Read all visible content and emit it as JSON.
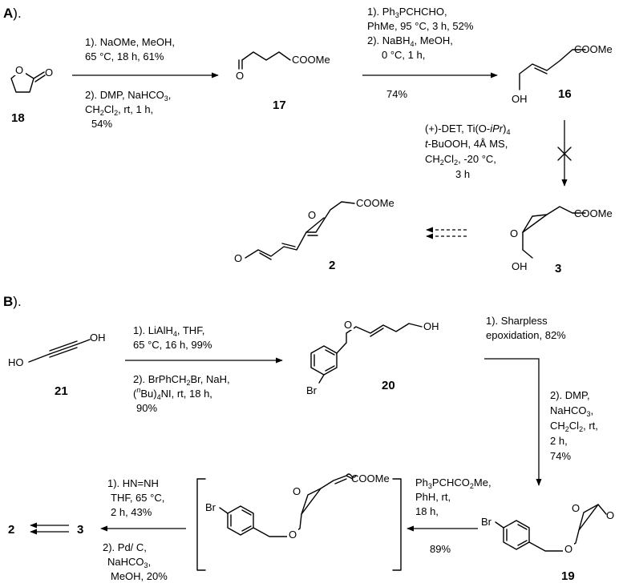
{
  "section_a": {
    "label": "A",
    "paren": ").",
    "compounds": {
      "c18": "18",
      "c17": "17",
      "c16": "16",
      "c2": "2",
      "c3": "3"
    },
    "atoms": {
      "o18": "O",
      "o17": "O",
      "coome17": "COOMe",
      "coome16": "COOMe",
      "oh16": "OH",
      "coome2": "COOMe",
      "o2_epox": "O",
      "o2_ald": "O",
      "coome3": "COOMe",
      "o3_epox": "O",
      "oh3": "OH"
    },
    "step1": {
      "above": [
        "1). NaOMe, MeOH,",
        "65 °C, 18 h, 61%"
      ],
      "below": [
        "2). DMP, NaHCO",
        "CH",
        "Cl",
        ", rt, 1 h,",
        "54%"
      ]
    },
    "step2": {
      "above": [
        "1). Ph",
        "PCHCHO,",
        "PhMe, 95 °C, 3 h, 52%",
        "2). NaBH",
        ", MeOH,",
        "0 °C, 1 h,"
      ],
      "below": "74%"
    },
    "step3": {
      "lines": [
        "(+)-DET, Ti(O-",
        "iPr",
        ")",
        "t",
        "-BuOOH, 4Å MS,",
        "CH",
        "Cl",
        ", -20 °C,",
        "3 h"
      ]
    }
  },
  "section_b": {
    "label": "B",
    "paren": ").",
    "compounds": {
      "c21": "21",
      "c20": "20",
      "c19": "19",
      "c3": "3",
      "c2": "2"
    },
    "atoms": {
      "ho21": "HO",
      "oh21": "OH",
      "br20": "Br",
      "o20": "O",
      "oh20": "OH",
      "br19": "Br",
      "o19_ether": "O",
      "o19_epox": "O",
      "o19_ald": "O",
      "br_int": "Br",
      "o_int_ether": "O",
      "o_int_epox": "O",
      "coome_int": "COOMe"
    },
    "step1": {
      "above": [
        "1). LiAlH",
        ", THF,",
        "65 °C, 16 h, 99%"
      ],
      "below": [
        "2). BrPhCH",
        "Br, NaH,",
        "(",
        "n",
        "Bu)",
        "NI, rt, 18 h,",
        "90%"
      ]
    },
    "step2": {
      "above": [
        "1). Sharpless",
        "epoxidation, 82%"
      ],
      "right": [
        "2). DMP,",
        "NaHCO",
        "CH",
        "Cl",
        ", rt,",
        "2 h,",
        "74%"
      ]
    },
    "step3": {
      "above": [
        "Ph",
        "PCHCO",
        "Me,",
        "PhH, rt,",
        "18 h,"
      ],
      "below": "89%"
    },
    "step4": {
      "above": [
        "1). HN=NH",
        "THF, 65 °C,",
        "2 h, 43%"
      ],
      "below": [
        "2). Pd/ C,",
        "NaHCO",
        "MeOH, 20%"
      ]
    }
  }
}
